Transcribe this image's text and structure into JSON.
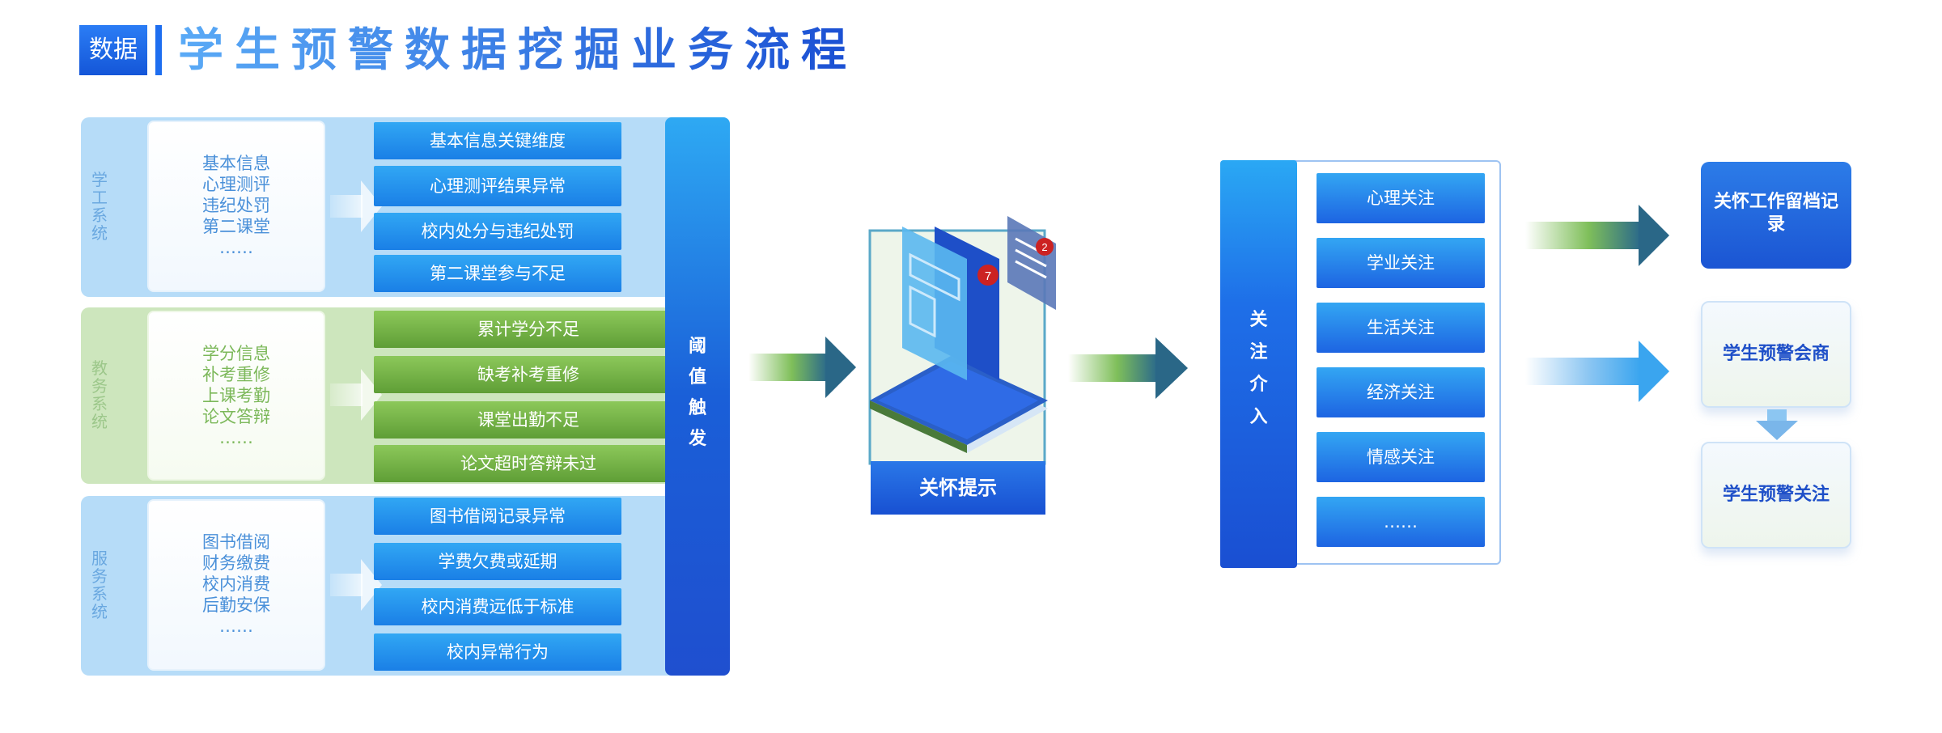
{
  "header": {
    "tag": "数据",
    "title": "学生预警数据挖掘业务流程"
  },
  "sources": [
    {
      "system": [
        "学",
        "工",
        "系",
        "统"
      ],
      "items": [
        "基本信息",
        "心理测评",
        "违纪处罚",
        "第二课堂",
        "……"
      ],
      "indicators": [
        "基本信息关键维度",
        "心理测评结果异常",
        "校内处分与违纪处罚",
        "第二课堂参与不足"
      ]
    },
    {
      "system": [
        "教",
        "务",
        "系",
        "统"
      ],
      "items": [
        "学分信息",
        "补考重修",
        "上课考勤",
        "论文答辩",
        "……"
      ],
      "indicators": [
        "累计学分不足",
        "缺考补考重修",
        "课堂出勤不足",
        "论文超时答辩未过"
      ]
    },
    {
      "system": [
        "服",
        "务",
        "系",
        "统"
      ],
      "items": [
        "图书借阅",
        "财务缴费",
        "校内消费",
        "后勤安保",
        "……"
      ],
      "indicators": [
        "图书借阅记录异常",
        "学费欠费或延期",
        "校内消费远低于标准",
        "校内异常行为"
      ]
    }
  ],
  "threshold": [
    "阈",
    "值",
    "触",
    "发"
  ],
  "care": {
    "label": "关怀提示",
    "badges": [
      "7",
      "2"
    ]
  },
  "focus": {
    "bar": [
      "关",
      "注",
      "介",
      "入"
    ],
    "items": [
      "心理关注",
      "学业关注",
      "生活关注",
      "经济关注",
      "情感关注",
      "……"
    ]
  },
  "outputs": {
    "record": "关怀工作留档记录",
    "consult": "学生预警会商",
    "attention": "学生预警关注"
  },
  "colors": {
    "primary_blue": "#1a5fd8",
    "light_blue": "#b6dcf8",
    "green": "#5f9e36",
    "light_green": "#cde6bd"
  }
}
